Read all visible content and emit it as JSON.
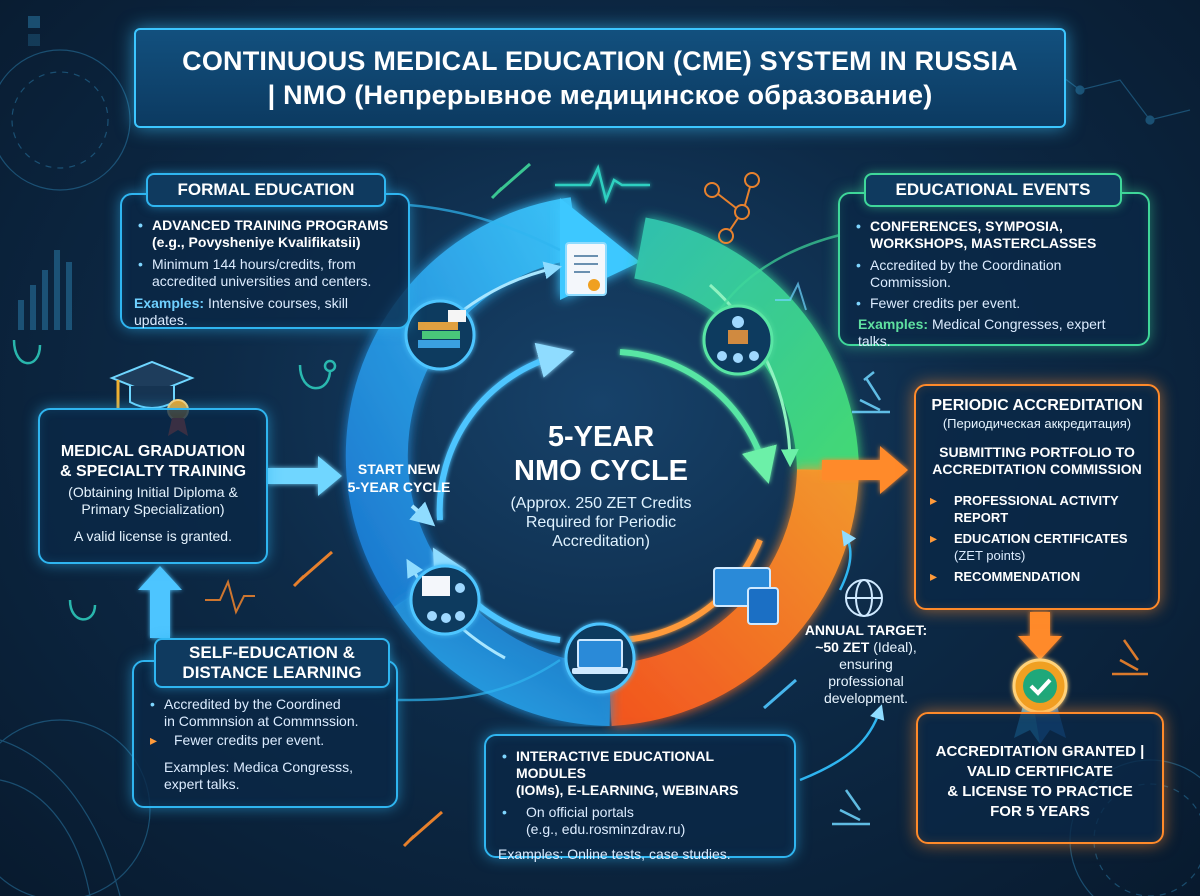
{
  "title": {
    "line1": "CONTINUOUS MEDICAL EDUCATION (CME) SYSTEM IN RUSSIA",
    "line2": "| NMO (Непрерывное медицинское образование)"
  },
  "center": {
    "heading_line1": "5-YEAR",
    "heading_line2": "NMO CYCLE",
    "sub_line1": "(Approx. 250 ZET Credits",
    "sub_line2": "Required for Periodic",
    "sub_line3": "Accreditation)"
  },
  "start_label": {
    "line1": "START NEW",
    "line2": "5-YEAR CYCLE"
  },
  "formal_education": {
    "tab": "FORMAL EDUCATION",
    "bullet1_line1": "ADVANCED TRAINING PROGRAMS",
    "bullet1_line2": "(e.g., Povysheniye Kvalifikatsii)",
    "bullet2_line1": "Minimum 144 hours/credits, from",
    "bullet2_line2": "accredited universities and centers.",
    "examples_label": "Examples:",
    "examples_text": "Intensive courses, skill updates."
  },
  "educational_events": {
    "tab": "EDUCATIONAL EVENTS",
    "bullet1_line1": "CONFERENCES, SYMPOSIA,",
    "bullet1_line2": "WORKSHOPS, MASTERCLASSES",
    "bullet2_line1": "Accredited by the Coordination",
    "bullet2_line2": "Commission.",
    "bullet3": "Fewer credits per event.",
    "examples_label": "Examples:",
    "examples_text": "Medical Congresses, expert talks."
  },
  "medical_graduation": {
    "line1": "MEDICAL GRADUATION",
    "line2": "& SPECIALTY TRAINING",
    "line3": "(Obtaining Initial Diploma &",
    "line4": "Primary Specialization)",
    "line5": "A valid license is granted."
  },
  "self_education": {
    "tab_line1": "SELF-EDUCATION &",
    "tab_line2": "DISTANCE LEARNING",
    "bullet1_line1": "Accredited by the Coordined",
    "bullet1_line2": "in Commnsion at Commnssion.",
    "bullet2": "Fewer credits per event.",
    "examples_line1": "Examples: Medica Congresss,",
    "examples_line2": "expert talks."
  },
  "interactive_modules": {
    "bullet1_line1": "INTERACTIVE EDUCATIONAL MODULES",
    "bullet1_line2": "(IOMs), E-LEARNING, WEBINARS",
    "bullet2_line1": "On official portals",
    "bullet2_line2": "(e.g., edu.rosminzdrav.ru)",
    "examples": "Examples: Online tests, case studies."
  },
  "periodic_accreditation": {
    "title": "PERIODIC ACCREDITATION",
    "subtitle": "(Периодическая аккредитация)",
    "portfolio_line1": "SUBMITTING PORTFOLIO TO",
    "portfolio_line2": "ACCREDITATION COMMISSION",
    "item1_line1": "PROFESSIONAL ACTIVITY",
    "item1_line2": "REPORT",
    "item2_line1": "EDUCATION CERTIFICATES",
    "item2_line2": "(ZET points)",
    "item3": "RECOMMENDATION"
  },
  "annual_target": {
    "line1": "ANNUAL TARGET:",
    "line2": "~50 ZET",
    "line2b": " (Ideal),",
    "line3": "ensuring",
    "line4": "professional",
    "line5": "development."
  },
  "accreditation_granted": {
    "line1": "ACCREDITATION GRANTED |",
    "line2": "VALID CERTIFICATE",
    "line3": "& LICENSE TO PRACTICE",
    "line4": "FOR 5 YEARS"
  },
  "colors": {
    "blue": "#2fb5f0",
    "green": "#3fd79a",
    "orange": "#ff8a2a",
    "background": "#0d2a47"
  },
  "icons": [
    "graduation-cap-icon",
    "certificate-icon",
    "books-icon",
    "lecture-icon",
    "presentation-icon",
    "laptop-icon",
    "devices-icon",
    "globe-icon",
    "medal-icon",
    "syringe-icon",
    "stethoscope-icon",
    "microscope-icon",
    "molecule-icon"
  ]
}
